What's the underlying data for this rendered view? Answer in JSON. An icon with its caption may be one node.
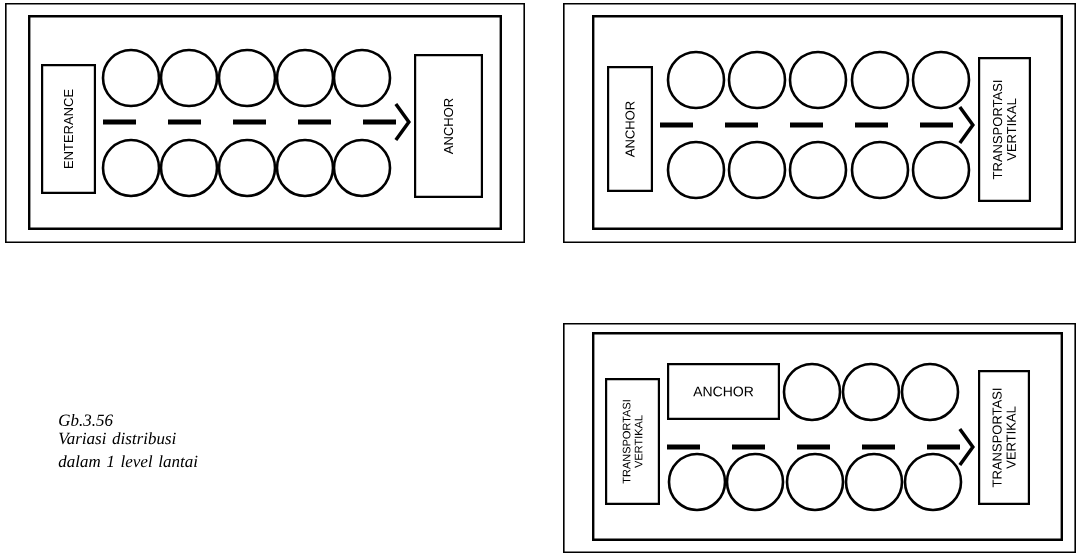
{
  "diagram": {
    "caption": "Variasi distribusi dalam 1 level lantai",
    "nodes": [
      {
        "text": [],
        "shape": "box"
      },
      {
        "text": [],
        "shape": "box",
        "in": 0
      },
      {
        "text": [
          "ENTERANCE"
        ],
        "in": 1
      },
      {
        "text": [],
        "shape": "circle",
        "in": 1
      },
      {
        "text": [],
        "shape": "circle",
        "in": 1
      },
      {
        "text": [],
        "shape": "circle",
        "in": 1
      },
      {
        "text": [],
        "shape": "circle",
        "in": 1
      },
      {
        "text": [],
        "shape": "circle",
        "in": 1
      },
      {
        "text": [],
        "shape": "circle",
        "in": 1
      },
      {
        "text": [],
        "shape": "circle",
        "in": 1
      },
      {
        "text": [],
        "shape": "circle",
        "in": 1
      },
      {
        "text": [],
        "shape": "circle",
        "in": 1
      },
      {
        "text": [],
        "shape": "circle",
        "in": 1
      },
      {
        "text": [
          "ANCHOR"
        ],
        "in": 1
      },
      {
        "text": [],
        "shape": "box"
      },
      {
        "text": [],
        "shape": "box",
        "in": 14
      },
      {
        "text": [
          "ANCHOR"
        ],
        "in": 15
      },
      {
        "text": [],
        "shape": "circle",
        "in": 15
      },
      {
        "text": [],
        "shape": "circle",
        "in": 15
      },
      {
        "text": [],
        "shape": "circle",
        "in": 15
      },
      {
        "text": [],
        "shape": "circle",
        "in": 15
      },
      {
        "text": [],
        "shape": "circle",
        "in": 15
      },
      {
        "text": [],
        "shape": "circle",
        "in": 15
      },
      {
        "text": [],
        "shape": "circle",
        "in": 15
      },
      {
        "text": [],
        "shape": "circle",
        "in": 15
      },
      {
        "text": [],
        "shape": "circle",
        "in": 15
      },
      {
        "text": [],
        "shape": "circle",
        "in": 15
      },
      {
        "text": [
          "TRANSPORTASI VERTIKAL"
        ],
        "in": 15
      },
      {
        "text": [],
        "shape": "box"
      },
      {
        "text": [],
        "shape": "box",
        "in": 28
      },
      {
        "text": [
          "TRANSPORTASI VERTIKAL"
        ],
        "in": 29
      },
      {
        "text": [
          "ANCHOR"
        ],
        "in": 29
      },
      {
        "text": [],
        "shape": "circle",
        "in": 29
      },
      {
        "text": [],
        "shape": "circle",
        "in": 29
      },
      {
        "text": [],
        "shape": "circle",
        "in": 29
      },
      {
        "text": [],
        "shape": "circle",
        "in": 29
      },
      {
        "text": [],
        "shape": "circle",
        "in": 29
      },
      {
        "text": [],
        "shape": "circle",
        "in": 29
      },
      {
        "text": [],
        "shape": "circle",
        "in": 29
      },
      {
        "text": [],
        "shape": "circle",
        "in": 29
      },
      {
        "text": [
          "TRANSPORTASI VERTIKAL"
        ],
        "in": 29
      }
    ],
    "edges": [
      {
        "from": 2,
        "to": 13,
        "arrow": "to",
        "style": "dashed"
      },
      {
        "from": 16,
        "to": 27,
        "arrow": "to",
        "style": "dashed"
      },
      {
        "from": 30,
        "to": 40,
        "arrow": "to",
        "style": "dashed"
      }
    ],
    "labels": [
      "Gb.3.56"
    ]
  }
}
